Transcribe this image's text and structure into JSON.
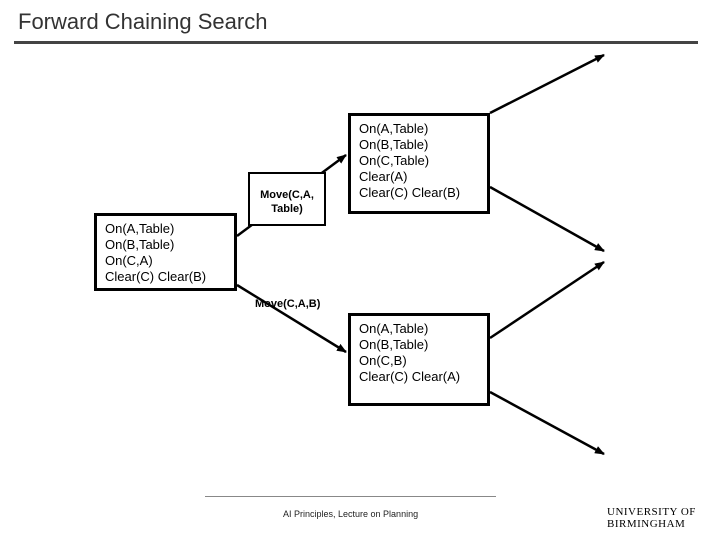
{
  "slide": {
    "title": "Forward Chaining Search"
  },
  "initial_state": {
    "lines": [
      "On(A,Table)",
      "On(B,Table)",
      "On(C,A)",
      "Clear(C) Clear(B)"
    ]
  },
  "action_top": {
    "label": "Move(C,A, Table)"
  },
  "action_bottom": {
    "label": "Move(C,A,B)"
  },
  "state_top": {
    "lines": [
      "On(A,Table)",
      "On(B,Table)",
      "On(C,Table)",
      "Clear(A)",
      "Clear(C) Clear(B)"
    ]
  },
  "state_bottom": {
    "lines": [
      "On(A,Table)",
      "On(B,Table)",
      "On(C,B)",
      "Clear(C) Clear(A)"
    ]
  },
  "footer": {
    "text": "AI Principles, Lecture on Planning",
    "logo_line1": "UNIVERSITY OF",
    "logo_line2": "BIRMINGHAM"
  }
}
